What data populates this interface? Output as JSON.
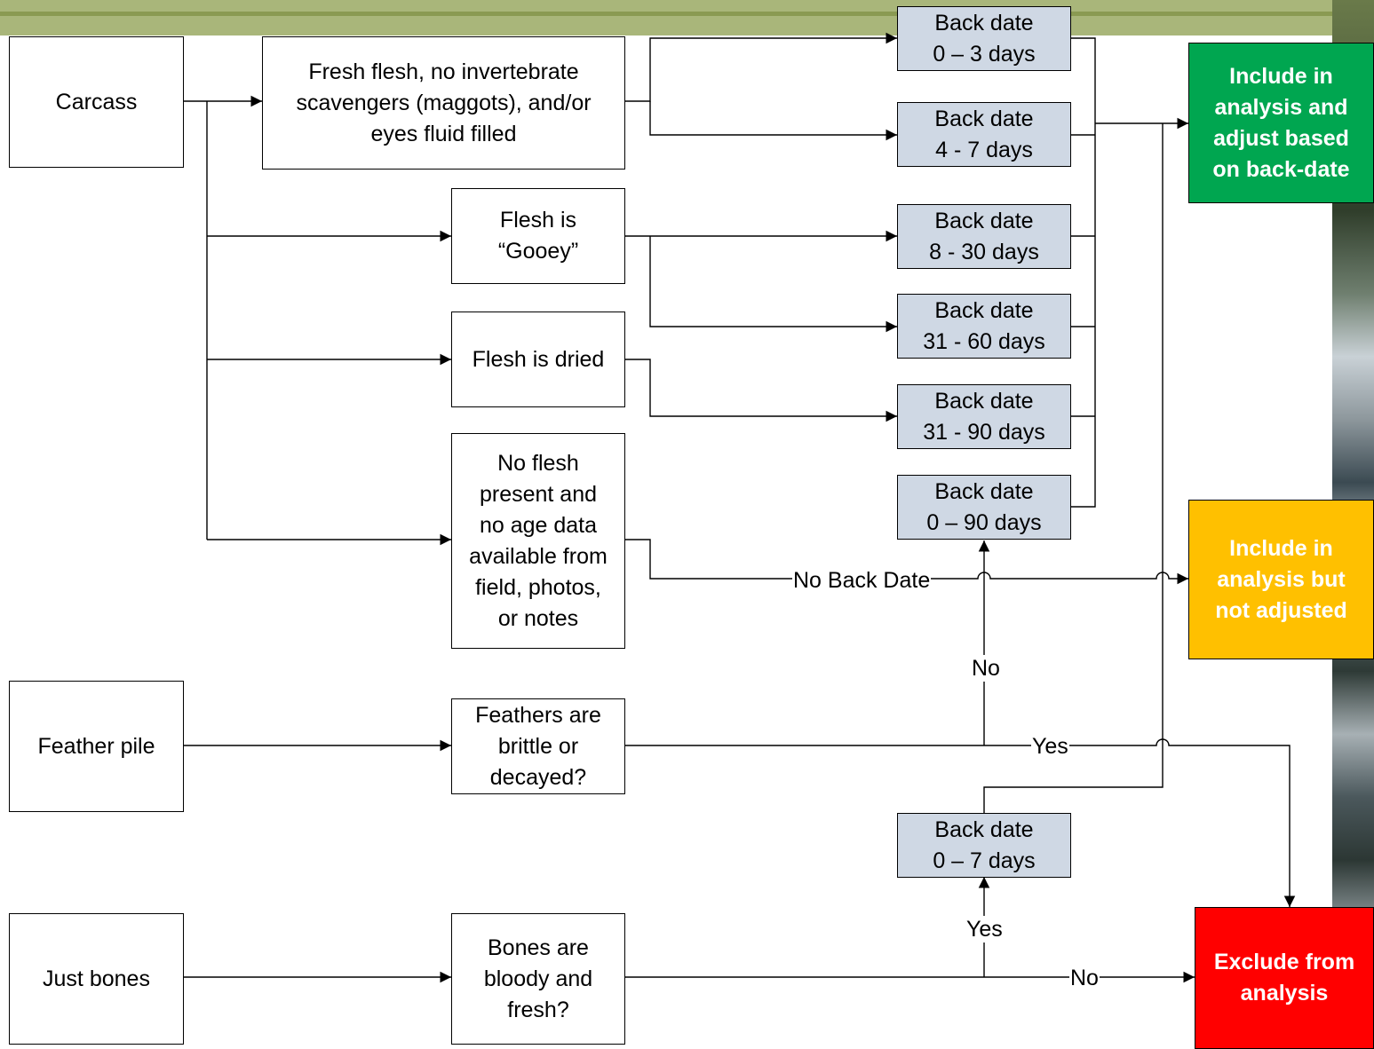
{
  "nodes": {
    "carcass": "Carcass",
    "feather_pile": "Feather pile",
    "just_bones": "Just bones",
    "fresh_flesh": "Fresh flesh, no invertebrate\nscavengers (maggots), and/or\neyes fluid filled",
    "gooey": "Flesh is\n“Gooey”",
    "dried": "Flesh is dried",
    "no_flesh": "No flesh\npresent and\nno age data\navailable from\nfield, photos,\nor notes",
    "feathers_q": "Feathers are\nbrittle or\ndecayed?",
    "bones_q": "Bones are\nbloody and\nfresh?",
    "bd_0_3": "Back date\n0 – 3 days",
    "bd_4_7": "Back date\n4 - 7 days",
    "bd_8_30": "Back date\n8 - 30 days",
    "bd_31_60": "Back date\n31 - 60 days",
    "bd_31_90": "Back date\n31 - 90 days",
    "bd_0_90": "Back date\n0 – 90 days",
    "bd_0_7": "Back date\n0 – 7 days",
    "include_adjust": "Include in\nanalysis and\nadjust based\non back-date",
    "include_not_adjusted": "Include in\nanalysis but\nnot adjusted",
    "exclude": "Exclude from\nanalysis"
  },
  "edge_labels": {
    "no_back_date": "No Back Date",
    "no_feathers": "No",
    "yes_feathers": "Yes",
    "yes_bones": "Yes",
    "no_bones": "No"
  },
  "colors": {
    "include_adjust": "#00a650",
    "include_not_adjusted": "#ffc000",
    "exclude": "#ff0000",
    "back_date_fill": "#cfd8e4"
  }
}
